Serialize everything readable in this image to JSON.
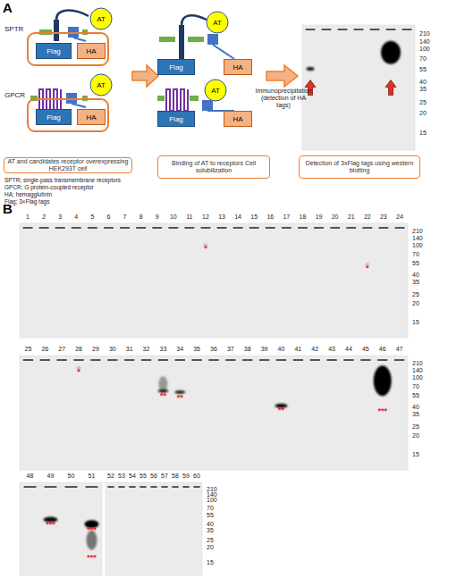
{
  "diagram": {
    "nodes": [
      {
        "text": [
          "SPTR"
        ]
      },
      {
        "text": [
          "AT"
        ],
        "in": 0
      },
      {
        "text": [
          "Flag"
        ],
        "in": 0
      },
      {
        "text": [
          "HA"
        ],
        "in": 0
      },
      {
        "text": [
          "GPCR"
        ]
      },
      {
        "text": [
          "AT"
        ],
        "in": 4
      },
      {
        "text": [
          "Flag"
        ],
        "in": 4
      },
      {
        "text": [
          "HA"
        ],
        "in": 4
      },
      {
        "text": [
          "AT"
        ]
      },
      {
        "text": [
          "Flag"
        ]
      },
      {
        "text": [
          "HA"
        ]
      },
      {
        "text": [
          "AT"
        ]
      },
      {
        "text": [
          "Flag"
        ]
      },
      {
        "text": [
          "HA"
        ]
      },
      {
        "text": [
          "AT and candidates receptor overexpressing HEK293T cell"
        ]
      },
      {
        "text": [
          "Binding of AT to receptors Cell solubilization"
        ]
      },
      {
        "text": [
          "Detection of 3xFlag tags using western blotting"
        ]
      }
    ],
    "labels": [
      "A",
      "SPTR; single-pass transmembrane receptors",
      "GPCR; G protein-coupled receptor",
      "HA; hemagglutinin",
      "Flag; 3×Flag tags",
      "Immunoprecipitation (detection of HA tags)",
      "210",
      "140",
      "100",
      "70",
      "55",
      "40",
      "35",
      "25",
      "20",
      "15",
      "B",
      "1",
      "2",
      "3",
      "4",
      "5",
      "6",
      "7",
      "8",
      "9",
      "10",
      "11",
      "12",
      "13",
      "14",
      "15",
      "16",
      "17",
      "18",
      "19",
      "20",
      "21",
      "22",
      "23",
      "24",
      "210",
      "140",
      "100",
      "70",
      "55",
      "40",
      "35",
      "25",
      "20",
      "15",
      "25",
      "26",
      "27",
      "28",
      "29",
      "30",
      "31",
      "32",
      "33",
      "34",
      "35",
      "36",
      "37",
      "38",
      "39",
      "40",
      "41",
      "42",
      "43",
      "44",
      "45",
      "46",
      "47",
      "210",
      "140",
      "100",
      "70",
      "55",
      "40",
      "35",
      "25",
      "20",
      "15",
      "48",
      "49",
      "50",
      "51",
      "52",
      "53",
      "54",
      "55",
      "56",
      "57",
      "58",
      "59",
      "60",
      "210",
      "140",
      "100",
      "70",
      "55",
      "40",
      "35",
      "25",
      "20",
      "15",
      "*",
      "*",
      "*",
      "**",
      "**",
      "**",
      "***",
      "***",
      "***",
      "***"
    ]
  }
}
